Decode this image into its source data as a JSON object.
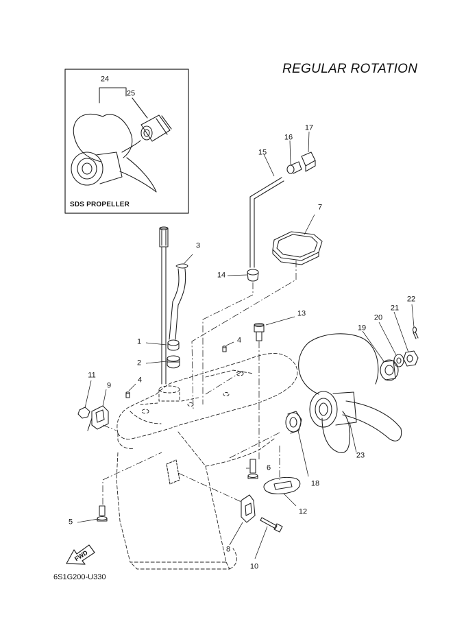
{
  "title": "REGULAR ROTATION",
  "inset": {
    "label": "SDS PROPELLER"
  },
  "drawing_code": "6S1G200-U330",
  "fwd_marker": "FWD",
  "callouts": {
    "c1": "1",
    "c2": "2",
    "c3": "3",
    "c4a": "4",
    "c4b": "4",
    "c5": "5",
    "c6": "6",
    "c7": "7",
    "c8": "8",
    "c9": "9",
    "c10": "10",
    "c11": "11",
    "c12": "12",
    "c13": "13",
    "c14": "14",
    "c15": "15",
    "c16": "16",
    "c17": "17",
    "c18": "18",
    "c19": "19",
    "c20": "20",
    "c21": "21",
    "c22": "22",
    "c23": "23",
    "c24": "24",
    "c25": "25"
  }
}
